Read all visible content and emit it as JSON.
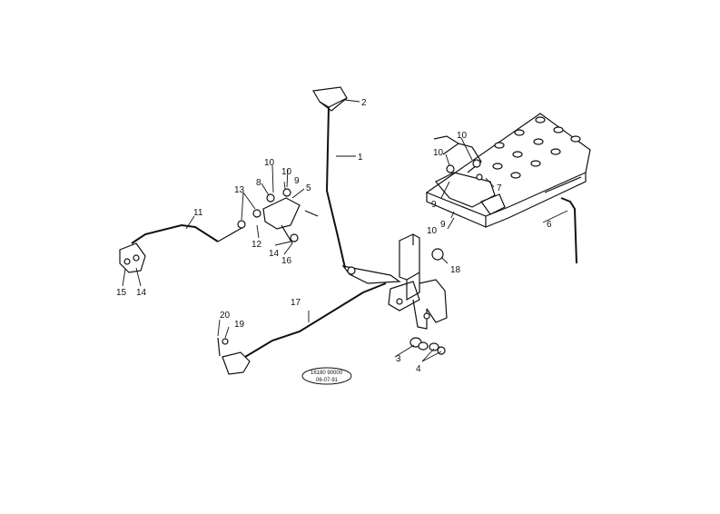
{
  "callouts": {
    "c1": "1",
    "c2": "2",
    "c3": "3",
    "c4": "4",
    "c5": "5",
    "c6": "6",
    "c7": "7",
    "c8": "8",
    "c9a": "9",
    "c9b": "9",
    "c9c": "9",
    "c10a": "10",
    "c10b": "10",
    "c10c": "10",
    "c10d": "10",
    "c10e": "10",
    "c11": "11",
    "c12": "12",
    "c13": "13",
    "c14a": "14",
    "c14b": "14",
    "c15": "15",
    "c16": "16",
    "c17": "17",
    "c18": "18",
    "c19": "19",
    "c20": "20"
  },
  "stamp": {
    "line1": "16180 90000",
    "line2": "06-07-91"
  }
}
